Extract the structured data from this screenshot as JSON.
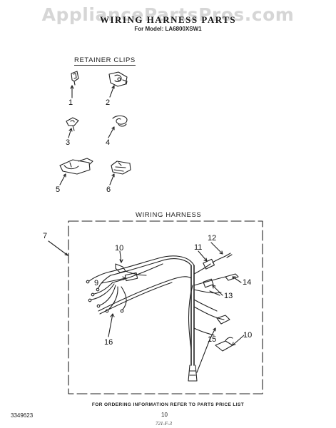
{
  "watermark": "AppliancePartsPros.com",
  "header": {
    "title": "WIRING HARNESS PARTS",
    "model": "For Model: LA6800XSW1"
  },
  "retainer_clips": {
    "label": "RETAINER CLIPS",
    "callouts": [
      "1",
      "2",
      "3",
      "4",
      "5",
      "6"
    ]
  },
  "wiring_harness": {
    "label": "WIRING HARNESS",
    "callouts": [
      "7",
      "10",
      "12",
      "11",
      "9",
      "14",
      "13",
      "16",
      "15",
      "10"
    ]
  },
  "footer": {
    "note": "FOR ORDERING INFORMATION REFER TO PARTS PRICE LIST",
    "doc_number": "3349623",
    "page_number": "10",
    "handwritten": "721-F-3"
  }
}
